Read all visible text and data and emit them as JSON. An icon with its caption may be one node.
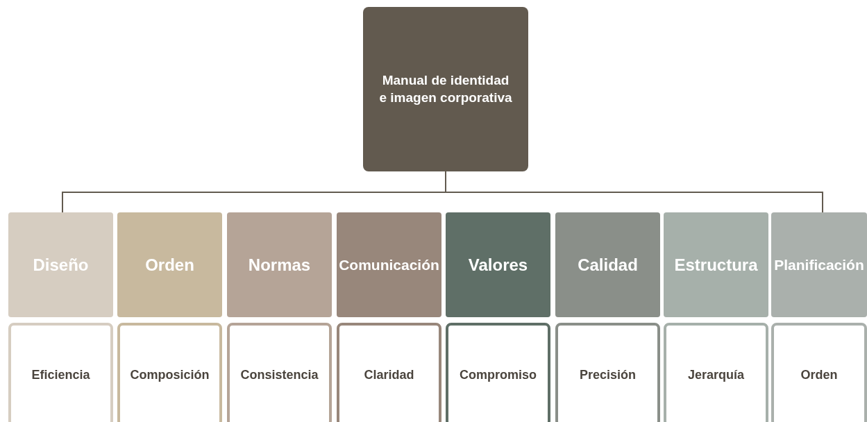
{
  "diagram": {
    "nodes": [
      {
        "text": [
          "Manual de identidad e imagen corporativa"
        ]
      },
      {
        "text": [
          "Diseño"
        ]
      },
      {
        "text": [
          "Orden"
        ]
      },
      {
        "text": [
          "Normas"
        ]
      },
      {
        "text": [
          "Comunicación"
        ]
      },
      {
        "text": [
          "Valores"
        ]
      },
      {
        "text": [
          "Calidad"
        ]
      },
      {
        "text": [
          "Estructura"
        ]
      },
      {
        "text": [
          "Planificación"
        ]
      },
      {
        "text": [
          "Eficiencia"
        ]
      },
      {
        "text": [
          "Composición"
        ]
      },
      {
        "text": [
          "Consistencia"
        ]
      },
      {
        "text": [
          "Claridad"
        ]
      },
      {
        "text": [
          "Compromiso"
        ]
      },
      {
        "text": [
          "Precisión"
        ]
      },
      {
        "text": [
          "Jerarquía"
        ]
      },
      {
        "text": [
          "Orden"
        ]
      }
    ],
    "edges": [
      {
        "from": 0,
        "to": 1,
        "arrow": "none"
      },
      {
        "from": 0,
        "to": 8,
        "arrow": "none"
      }
    ]
  }
}
